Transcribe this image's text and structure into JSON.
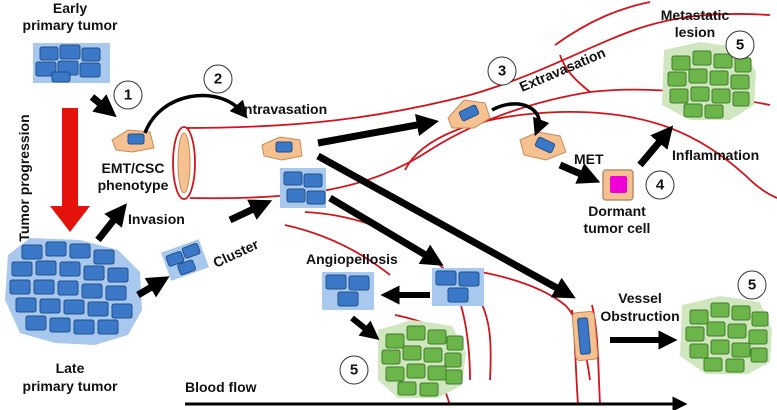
{
  "labels": {
    "early_tumor_1": "Early",
    "early_tumor_2": "primary tumor",
    "late_tumor_1": "Late",
    "late_tumor_2": "primary tumor",
    "tumor_progression": "Tumor progression",
    "emt_1": "EMT/CSC",
    "emt_2": "phenotype",
    "invasion": "Invasion",
    "cluster": "Cluster",
    "intravasation": "Intravasation",
    "extravasation": "Extravasation",
    "met": "MET",
    "dormant_1": "Dormant",
    "dormant_2": "tumor cell",
    "inflammation": "Inflammation",
    "metastatic_1": "Metastatic",
    "metastatic_2": "lesion",
    "angiopellosis": "Angiopellosis",
    "vessel_1": "Vessel",
    "vessel_2": "Obstruction",
    "blood_flow": "Blood flow"
  },
  "step_numbers": {
    "s1": "1",
    "s2": "2",
    "s3": "3",
    "s4": "4",
    "s5a": "5",
    "s5b": "5",
    "s5c": "5"
  },
  "colors": {
    "tumor_cell_fill": "#3b78c8",
    "tumor_cell_frame": "#a9c8ee",
    "lesion_fill": "#6cb54a",
    "lesion_frame": "#cfe6bf",
    "cell_body": "#f5c190",
    "vessel_line": "#d4141c",
    "progression_arrow": "#e3120b",
    "dormant_nucleus": "#f000d8",
    "arrow": "#000000"
  }
}
